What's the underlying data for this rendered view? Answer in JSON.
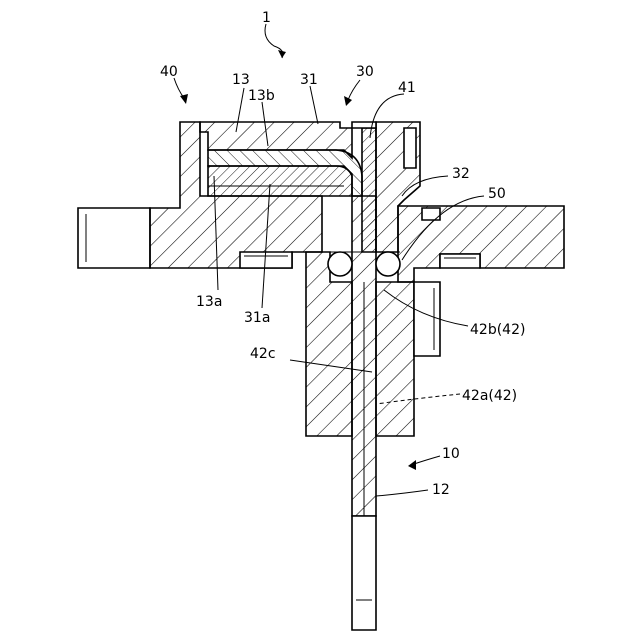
{
  "diagram": {
    "labels": {
      "ref_1": "1",
      "ref_40": "40",
      "ref_13": "13",
      "ref_13b": "13b",
      "ref_31": "31",
      "ref_30": "30",
      "ref_41": "41",
      "ref_32": "32",
      "ref_50": "50",
      "ref_13a": "13a",
      "ref_31a": "31a",
      "ref_42b": "42b(42)",
      "ref_42c": "42c",
      "ref_42a": "42a(42)",
      "ref_10": "10",
      "ref_12": "12"
    }
  }
}
